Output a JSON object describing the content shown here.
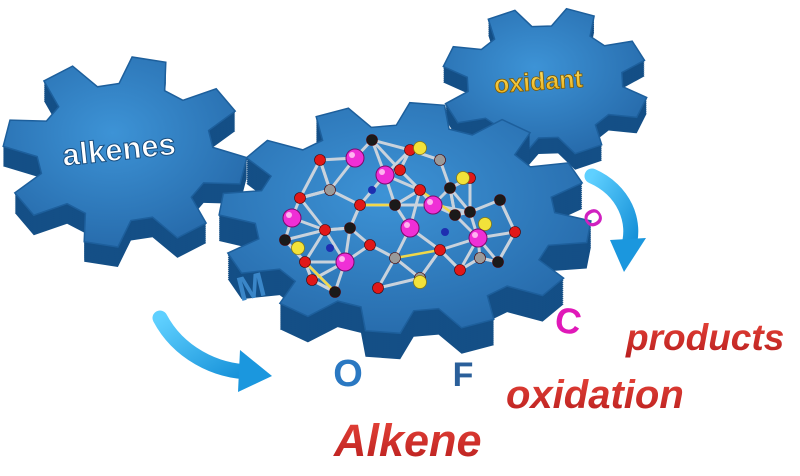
{
  "gears": {
    "left": {
      "label": "alkenes"
    },
    "top_right": {
      "label": "oxidant"
    }
  },
  "cycle_letters": [
    "M",
    "O",
    "F",
    "C",
    "O"
  ],
  "product_text": {
    "line1": "products",
    "line2": "oxidation",
    "line3": "Alkene"
  },
  "colors": {
    "gear_face": "#2f7fc0",
    "gear_side": "#144f86",
    "arrow": "#21a7e8",
    "product_text": "#d62826",
    "oxidant_text": "#f2c21a",
    "letter_m": "#3a86c8",
    "letter_o1": "#2a78c2",
    "letter_f": "#2a5f9a",
    "letter_c": "#e018b8",
    "letter_o2": "#d020c0"
  }
}
